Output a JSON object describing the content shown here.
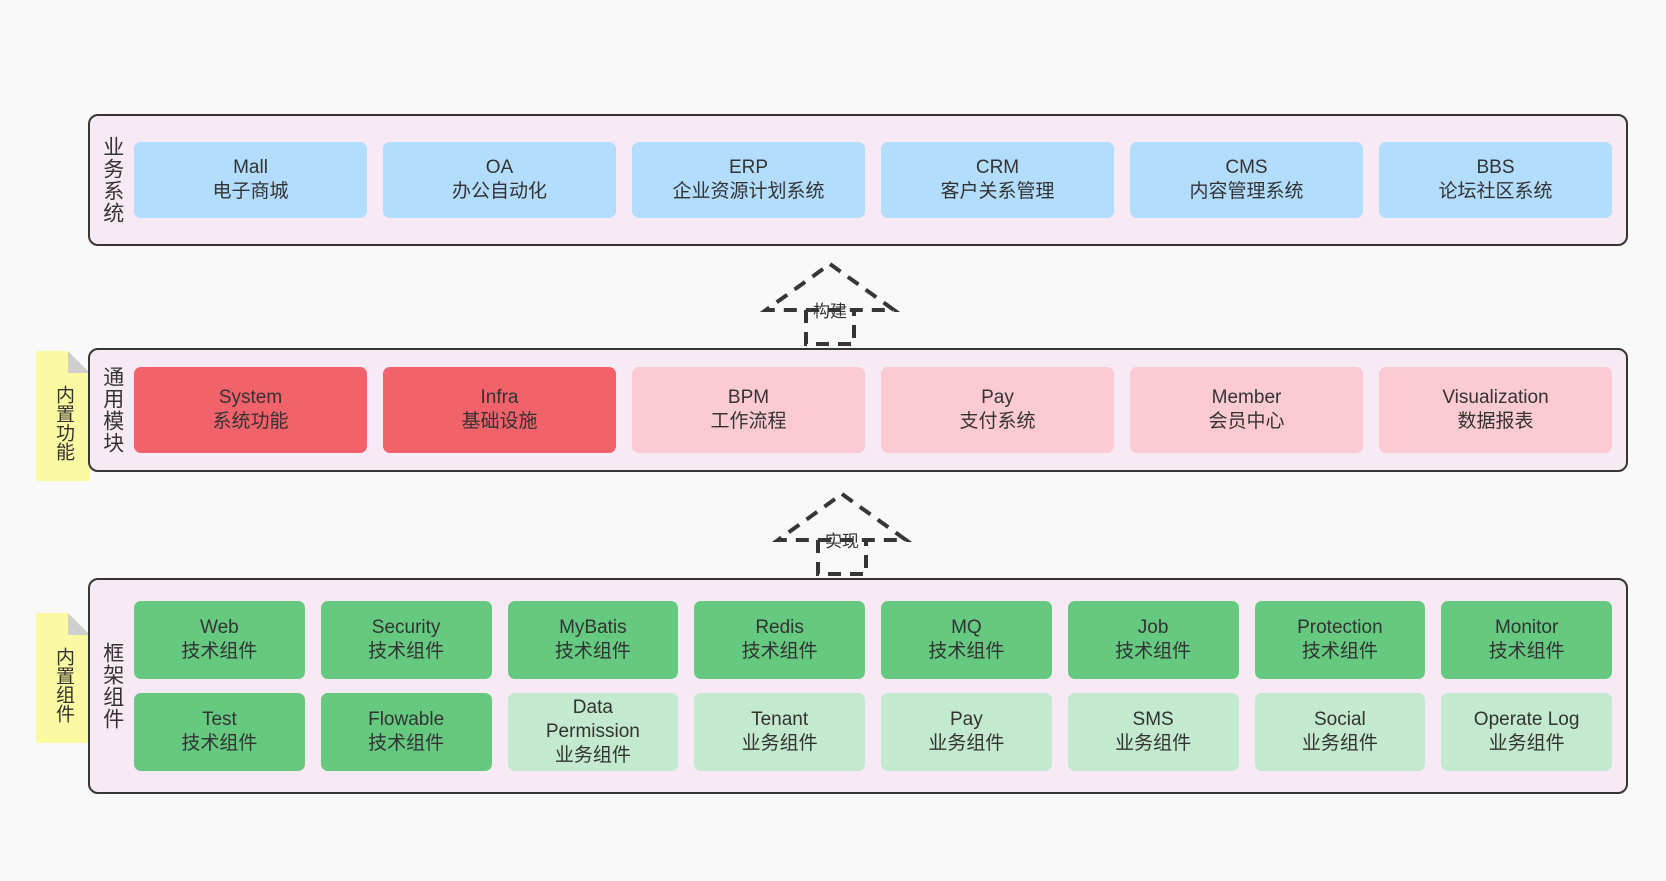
{
  "diagram": {
    "background": "#f9f9f9",
    "panel_bg": "#f7eaf5",
    "panel_border": "#363636",
    "note_bg": "#fbf9a2",
    "note_fold": "#cfcfcf",
    "colors": {
      "blue": "#b3ddfd",
      "red": "#f2626a",
      "pink": "#fbcad3",
      "green": "#65c980",
      "light_green": "#c3e9ce"
    }
  },
  "layers": [
    {
      "id": "business-system",
      "title": "业务系统",
      "note": null,
      "rows": [
        {
          "boxes": [
            {
              "name": "mall",
              "color": "blue",
              "line1": "Mall",
              "line2": "电子商城"
            },
            {
              "name": "oa",
              "color": "blue",
              "line1": "OA",
              "line2": "办公自动化"
            },
            {
              "name": "erp",
              "color": "blue",
              "line1": "ERP",
              "line2": "企业资源计划系统"
            },
            {
              "name": "crm",
              "color": "blue",
              "line1": "CRM",
              "line2": "客户关系管理"
            },
            {
              "name": "cms",
              "color": "blue",
              "line1": "CMS",
              "line2": "内容管理系统"
            },
            {
              "name": "bbs",
              "color": "blue",
              "line1": "BBS",
              "line2": "论坛社区系统"
            }
          ]
        }
      ]
    },
    {
      "id": "common-module",
      "title": "通用模块",
      "note": "内置功能",
      "rows": [
        {
          "boxes": [
            {
              "name": "system",
              "color": "red",
              "line1": "System",
              "line2": "系统功能"
            },
            {
              "name": "infra",
              "color": "red",
              "line1": "Infra",
              "line2": "基础设施"
            },
            {
              "name": "bpm",
              "color": "pink",
              "line1": "BPM",
              "line2": "工作流程"
            },
            {
              "name": "pay",
              "color": "pink",
              "line1": "Pay",
              "line2": "支付系统"
            },
            {
              "name": "member",
              "color": "pink",
              "line1": "Member",
              "line2": "会员中心"
            },
            {
              "name": "visualization",
              "color": "pink",
              "line1": "Visualization",
              "line2": "数据报表"
            }
          ]
        }
      ]
    },
    {
      "id": "framework-component",
      "title": "框架组件",
      "note": "内置组件",
      "rows": [
        {
          "boxes": [
            {
              "name": "web",
              "color": "green",
              "line1": "Web",
              "line2": "技术组件"
            },
            {
              "name": "security",
              "color": "green",
              "line1": "Security",
              "line2": "技术组件"
            },
            {
              "name": "mybatis",
              "color": "green",
              "line1": "MyBatis",
              "line2": "技术组件"
            },
            {
              "name": "redis",
              "color": "green",
              "line1": "Redis",
              "line2": "技术组件"
            },
            {
              "name": "mq",
              "color": "green",
              "line1": "MQ",
              "line2": "技术组件"
            },
            {
              "name": "job",
              "color": "green",
              "line1": "Job",
              "line2": "技术组件"
            },
            {
              "name": "protection",
              "color": "green",
              "line1": "Protection",
              "line2": "技术组件"
            },
            {
              "name": "monitor",
              "color": "green",
              "line1": "Monitor",
              "line2": "技术组件"
            }
          ]
        },
        {
          "boxes": [
            {
              "name": "test",
              "color": "green",
              "line1": "Test",
              "line2": "技术组件"
            },
            {
              "name": "flowable",
              "color": "green",
              "line1": "Flowable",
              "line2": "技术组件"
            },
            {
              "name": "data-permission",
              "color": "lightgreen",
              "line1": "Data",
              "line2": "Permission",
              "line3": "业务组件"
            },
            {
              "name": "tenant",
              "color": "lightgreen",
              "line1": "Tenant",
              "line2": "业务组件"
            },
            {
              "name": "pay-biz",
              "color": "lightgreen",
              "line1": "Pay",
              "line2": "业务组件"
            },
            {
              "name": "sms",
              "color": "lightgreen",
              "line1": "SMS",
              "line2": "业务组件"
            },
            {
              "name": "social",
              "color": "lightgreen",
              "line1": "Social",
              "line2": "业务组件"
            },
            {
              "name": "operate-log",
              "color": "lightgreen",
              "line1": "Operate Log",
              "line2": "业务组件"
            }
          ]
        }
      ]
    }
  ],
  "arrows": [
    {
      "id": "build-arrow",
      "label": "构建"
    },
    {
      "id": "implement-arrow",
      "label": "实现"
    }
  ]
}
